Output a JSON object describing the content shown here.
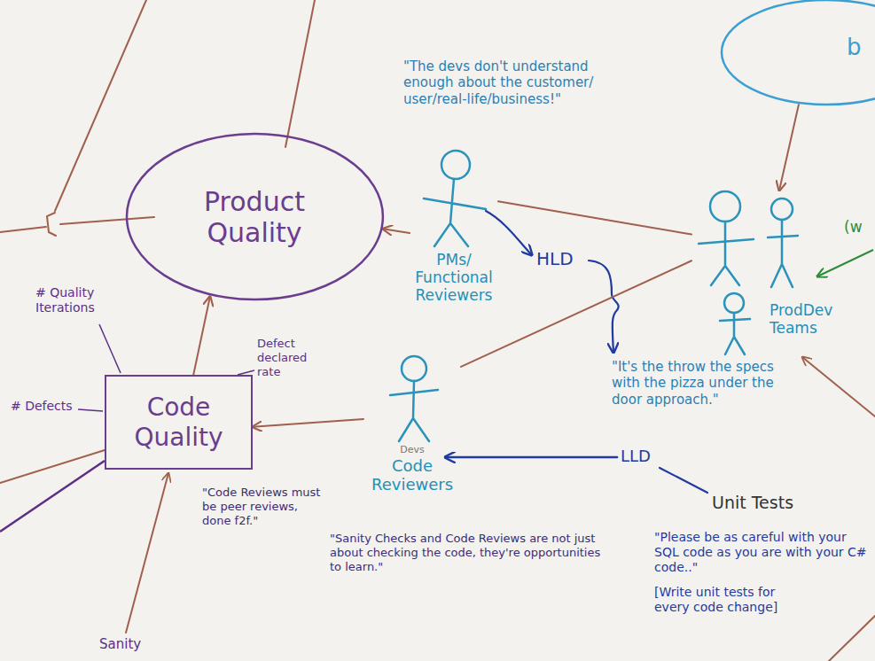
{
  "diagram": {
    "nodes": [
      {
        "text": [
          "Product Quality"
        ]
      },
      {
        "text": [
          "PMs/ Functional Reviewers"
        ]
      },
      {
        "text": [
          "b"
        ]
      },
      {
        "text": [
          "ProdDev Teams"
        ]
      },
      {
        "text": [
          "Code Quality"
        ]
      },
      {
        "text": [
          "Devs",
          "Code Reviewers"
        ]
      }
    ],
    "edges": [
      {
        "from": 1,
        "to": 0,
        "arrow": "to"
      },
      {
        "from": 4,
        "to": 0,
        "arrow": "to"
      },
      {
        "from": 3,
        "to": 1,
        "arrow": "none"
      },
      {
        "from": 3,
        "to": 5,
        "arrow": "none"
      },
      {
        "from": 5,
        "to": 4,
        "arrow": "to"
      },
      {
        "from": 2,
        "to": 3,
        "arrow": "to"
      }
    ],
    "labels": [
      "\"The devs don't understand enough about the customer/ user/real-life/business!\"",
      "HLD",
      "\"It's the throw the specs with the pizza under the door approach.\"",
      "LLD",
      "Unit Tests",
      "\"Please be as careful with your SQL code as you are with your C# code..\"",
      "[Write unit tests for every code change]",
      "# Quality Iterations",
      "Defect declared rate",
      "# Defects",
      "\"Code Reviews must be peer reviews, done f2f.\"",
      "\"Sanity Checks and Code Reviews are not just about checking the code, they're opportunities to learn.\"",
      "Sanity",
      "(w"
    ]
  }
}
